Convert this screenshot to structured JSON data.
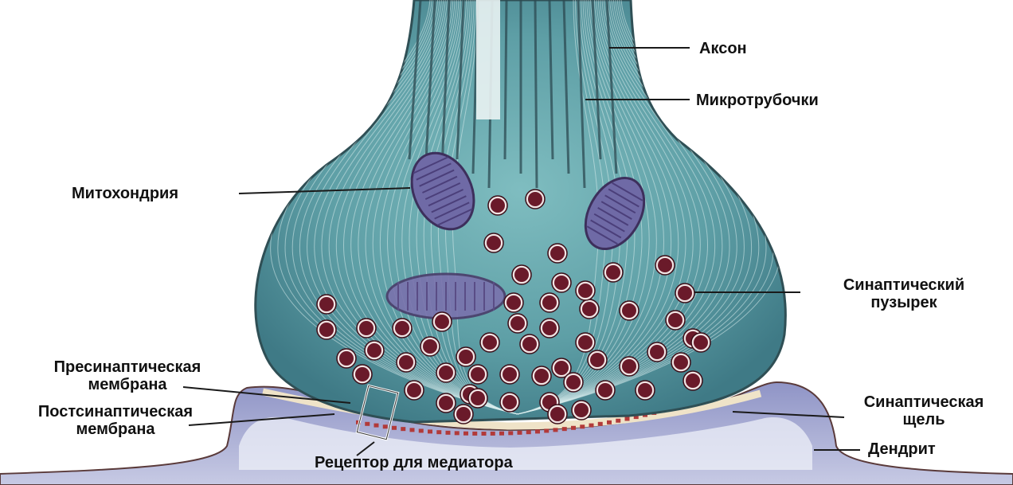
{
  "labels": {
    "axon": "Аксон",
    "microtubules": "Микротрубочки",
    "mitochondrion": "Митохондрия",
    "synaptic_vesicle": [
      "Синаптический",
      "пузырек"
    ],
    "presynaptic_membrane": [
      "Пресинаптическая",
      "мембрана"
    ],
    "postsynaptic_membrane": [
      "Постсинаптическая",
      "мембрана"
    ],
    "synaptic_cleft": [
      "Синаптическая",
      "щель"
    ],
    "dendrite": "Дендрит",
    "receptor": "Рецептор для медиатора"
  },
  "colors": {
    "terminal_fill": "#5fa3a8",
    "terminal_edge": "#2f4f55",
    "mitochondrion": "#6f6aa6",
    "vesicle": "#6a1a2a",
    "dendrite": "#8a8fc0",
    "receptor": "#b23a3a"
  }
}
